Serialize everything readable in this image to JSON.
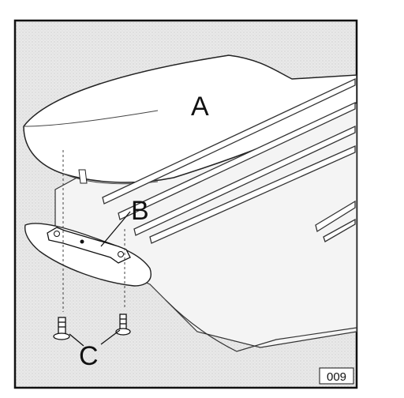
{
  "diagram": {
    "labels": {
      "a": "A",
      "b": "B",
      "c": "C"
    },
    "figure_number": "009"
  },
  "colors": {
    "frame": "#111111",
    "background": "#ececec",
    "ink": "#1a1a1a",
    "paper": "#ffffff"
  }
}
